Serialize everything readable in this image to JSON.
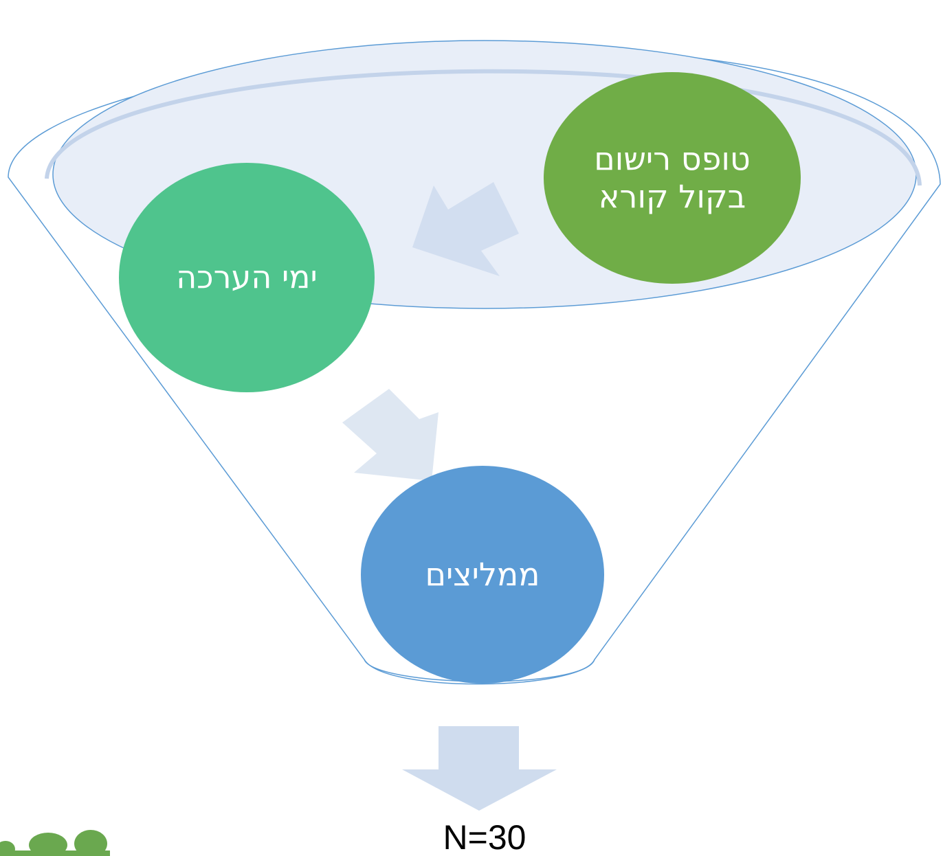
{
  "diagram": {
    "stages": [
      {
        "label_lines": [
          "טופס רישום",
          "בקול קורא"
        ]
      },
      {
        "label_lines": [
          "ימי הערכה"
        ]
      },
      {
        "label_lines": [
          "ממליצים"
        ]
      }
    ],
    "result": "N=30"
  },
  "colors": {
    "registration": "#70ad47",
    "assessment": "#4fc48d",
    "recommenders": "#5b9bd5",
    "funnel_outline": "#5b9bd5",
    "funnel_fill": "#e8eef8",
    "arrow_fill": "#cfdcee",
    "logo_tree": "#6aa84f"
  },
  "icons": [
    "tree-logo-icon"
  ]
}
